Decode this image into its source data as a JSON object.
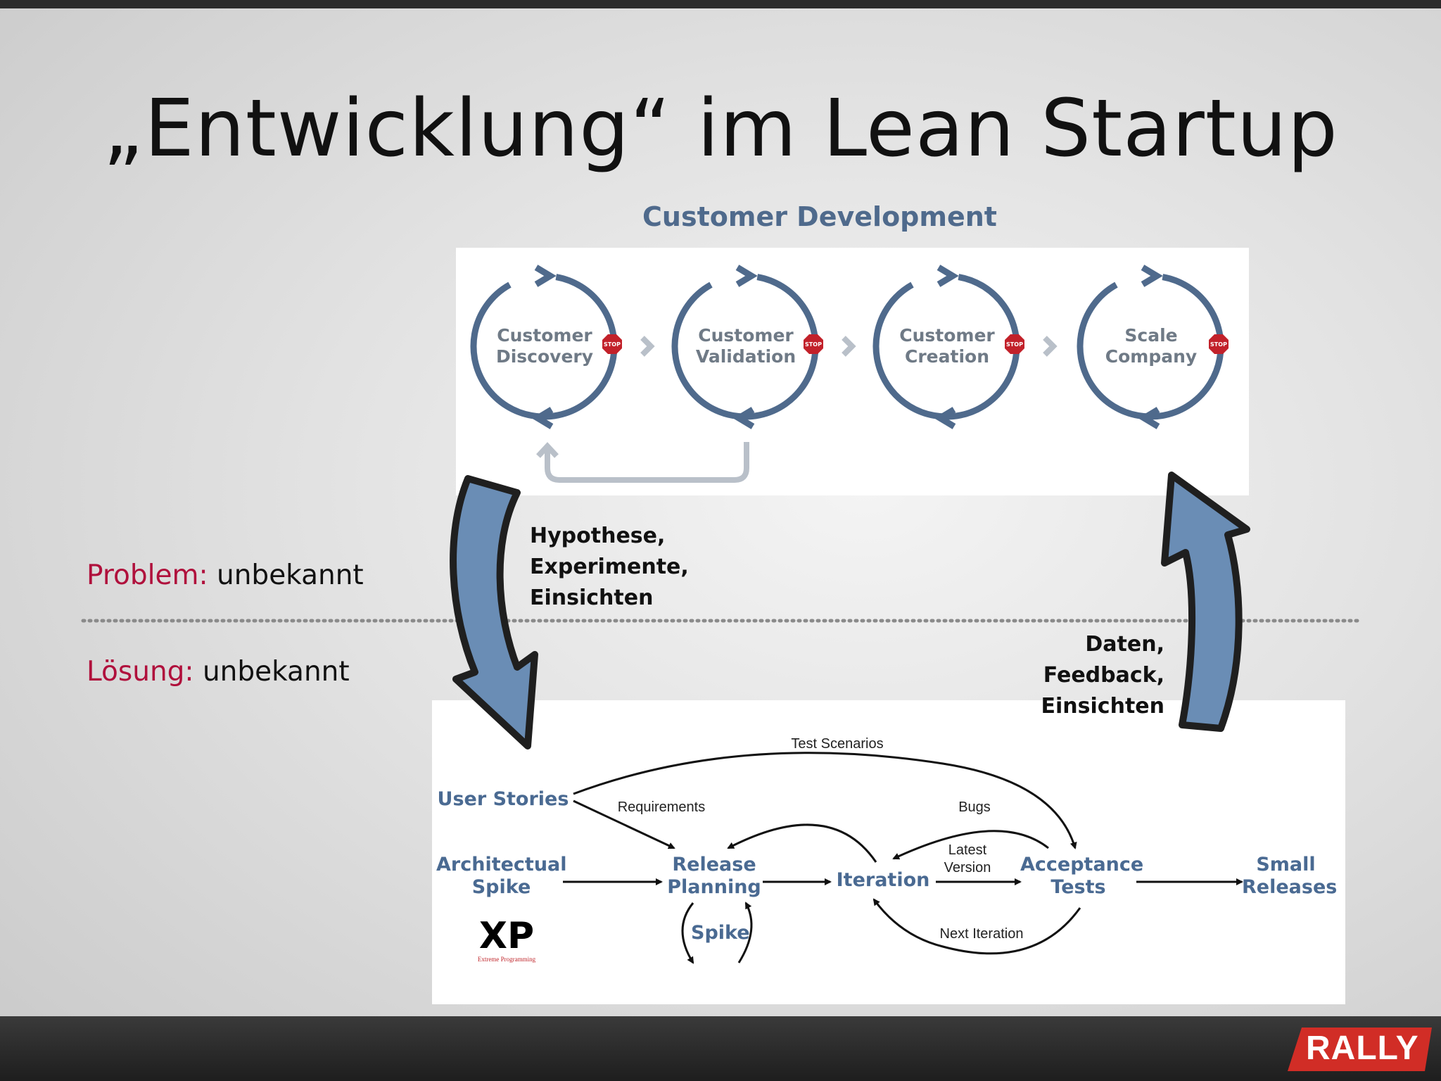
{
  "slide": {
    "title": "„Entwicklung“ im Lean Startup",
    "customer_development_title": "Customer Development"
  },
  "customer_development": {
    "steps": [
      {
        "line1": "Customer",
        "line2": "Discovery",
        "stop": "STOP"
      },
      {
        "line1": "Customer",
        "line2": "Validation",
        "stop": "STOP"
      },
      {
        "line1": "Customer",
        "line2": "Creation",
        "stop": "STOP"
      },
      {
        "line1": "Scale",
        "line2": "Company",
        "stop": "STOP"
      }
    ]
  },
  "side_labels": {
    "problem_label": "Problem:",
    "problem_value": "unbekannt",
    "solution_label": "Lösung:",
    "solution_value": "unbekannt"
  },
  "arrow_notes": {
    "down": [
      "Hypothese,",
      "Experimente,",
      "Einsichten"
    ],
    "up": [
      "Daten,",
      "Feedback,",
      "Einsichten"
    ]
  },
  "xp_diagram": {
    "nodes": {
      "user_stories": "User Stories",
      "architectural_spike": [
        "Architectual",
        "Spike"
      ],
      "release_planning": [
        "Release",
        "Planning"
      ],
      "iteration": "Iteration",
      "acceptance_tests": [
        "Acceptance",
        "Tests"
      ],
      "small_releases": [
        "Small",
        "Releases"
      ],
      "spike": "Spike"
    },
    "edges": {
      "test_scenarios": "Test Scenarios",
      "requirements": "Requirements",
      "bugs": "Bugs",
      "latest_version": [
        "Latest",
        "Version"
      ],
      "next_iteration": "Next Iteration"
    },
    "logo": {
      "mark": "XP",
      "caption": "Extreme Programming"
    }
  },
  "footer": {
    "brand": "RALLY"
  },
  "colors": {
    "cycle_blue": "#4f6a8c",
    "arrow_fill": "#6a8db5",
    "stop_red": "#c2212a",
    "accent_red": "#b0103c",
    "node_blue": "#4a6a92",
    "rally_red": "#d12d26"
  }
}
